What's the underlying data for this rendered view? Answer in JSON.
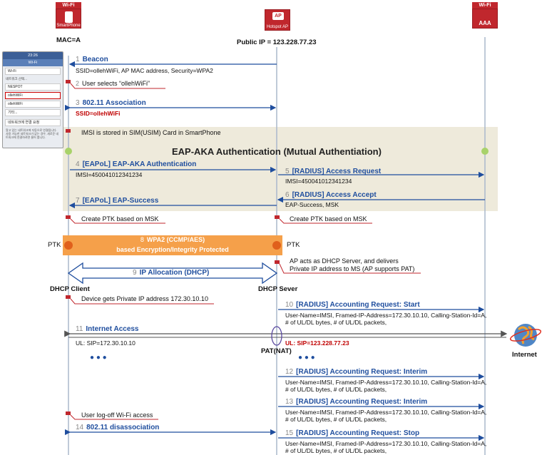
{
  "entities": {
    "smartphone": {
      "badge": "Wi-Fi",
      "label": "SmartPhone",
      "caption": "MAC=A"
    },
    "ap": {
      "badge": "AP",
      "label": "Hotspot AP",
      "caption": "Public IP = 123.228.77.23"
    },
    "aaa": {
      "badge": "Wi-Fi",
      "label": "AAA"
    }
  },
  "phone_screen": {
    "title": "Wi-Fi",
    "status": "23:26",
    "wifi_row": "Wi-Fi",
    "section": "네트워크 선택...",
    "networks": [
      "NESPOT",
      "ollehWiFi",
      "ollehWiFi",
      "기타..."
    ],
    "ask_row": "네트워크에 연결 요청",
    "footer": "알고 있는 네트워크에 자동으로 연결됩니다. 사용 가능한 네트워크가 없는 경우, 새로운 네트워크에 연결하려면 물어 봅니다."
  },
  "steps": {
    "s1": {
      "num": "1",
      "title": "Beacon",
      "detail": "SSID=ollehWiFi, AP MAC address, Security=WPA2"
    },
    "s2": {
      "num": "2",
      "title": "User selects “ollehWiFi”"
    },
    "s3": {
      "num": "3",
      "title": "802.11 Association",
      "detail": "SSID=ollehWiFi"
    },
    "imsi_note": "IMSI is stored in SIM(USIM) Card in SmartPhone",
    "eap_title": "EAP-AKA Authentication (Mutual Authentiation)",
    "s4": {
      "num": "4",
      "title": "[EAPoL] EAP-AKA Authentication",
      "detail": "IMSI=450041012341234"
    },
    "s5": {
      "num": "5",
      "title": "[RADIUS] Access Request",
      "detail": "IMSI=450041012341234"
    },
    "s6": {
      "num": "6",
      "title": "[RADIUS] Access Accept",
      "detail": "EAP-Success, MSK"
    },
    "s7": {
      "num": "7",
      "title": "[EAPoL] EAP-Success"
    },
    "ptk_left": "Create PTK based on MSK",
    "ptk_right": "Create PTK based on MSK",
    "ptk_l": "PTK",
    "ptk_r": "PTK",
    "s8": {
      "num": "8",
      "line1": "WPA2 (CCMP/AES)",
      "line2": "based Encryption/Integrity Protected"
    },
    "dhcp_note_1": "AP acts as DHCP Server, and delivers",
    "dhcp_note_2": "Private IP address to MS (AP supports PAT)",
    "s9": {
      "num": "9",
      "title": "IP Allocation (DHCP)"
    },
    "dhcp_client": "DHCP Client",
    "dhcp_server": "DHCP Sever",
    "private_ip_note": "Device gets Private IP address 172.30.10.10",
    "s10": {
      "num": "10",
      "title": "[RADIUS] Accounting Request: Start",
      "detail1": "User-Name=IMSI, Framed-IP-Address=172.30.10.10, Calling-Station-Id=A,",
      "detail2": "# of UL/DL bytes, # of UL/DL packets,"
    },
    "s11": {
      "num": "11",
      "title": "Internet Access",
      "detail": "UL: SIP=172.30.10.10",
      "nat_detail": "UL: SIP=123.228.77.23"
    },
    "pat": "PAT(NAT)",
    "internet": "Internet",
    "dots": "● ● ●",
    "s12": {
      "num": "12",
      "title": "[RADIUS] Accounting Request: Interim",
      "detail1": "User-Name=IMSI, Framed-IP-Address=172.30.10.10, Calling-Station-Id=A,",
      "detail2": "# of UL/DL bytes, # of UL/DL packets,"
    },
    "s13": {
      "num": "13",
      "title": "[RADIUS] Accounting Request: Interim",
      "detail1": "User-Name=IMSI, Framed-IP-Address=172.30.10.10, Calling-Station-Id=A,",
      "detail2": "# of UL/DL bytes, # of UL/DL packets,"
    },
    "logoff": "User log-off Wi-Fi access",
    "s14": {
      "num": "14",
      "title": "802.11 disassociation"
    },
    "s15": {
      "num": "15",
      "title": "[RADIUS] Accounting Request: Stop",
      "detail1": "User-Name=IMSI, Framed-IP-Address=172.30.10.10, Calling-Station-Id=A,",
      "detail2": "# of UL/DL bytes, # of UL/DL packets,"
    }
  },
  "colors": {
    "arrow": "#1f4e9e",
    "badge_red": "#c0272d",
    "eap_bg": "#eeeadb",
    "wpa_bg": "#f5a04a",
    "lifeline": "#aab8cc"
  }
}
